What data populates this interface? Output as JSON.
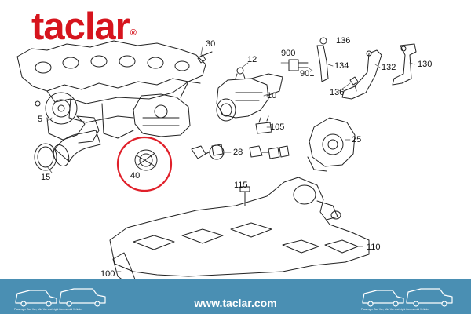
{
  "brand": {
    "logo_text": "taclar",
    "registered_mark": "®"
  },
  "callouts": {
    "c5": "5",
    "c10": "10",
    "c12": "12",
    "c15": "15",
    "c25": "25",
    "c28": "28",
    "c30": "30",
    "c40": "40",
    "c100": "100",
    "c105": "105",
    "c110": "110",
    "c115": "115",
    "c130": "130",
    "c132": "132",
    "c134": "134",
    "c136a": "136",
    "c136b": "136",
    "c900": "900",
    "c901": "901"
  },
  "highlight": {
    "part": "40",
    "color": "#e0202a"
  },
  "footer": {
    "url": "www.taclar.com",
    "background_color": "#4a8fb3",
    "icon": "delivery-vans-icon",
    "icon_caption": "Passenger Car, Van, Mini Van and Light Commercial Vehicles"
  },
  "colors": {
    "brand_red": "#d6141d",
    "line": "#222222"
  }
}
